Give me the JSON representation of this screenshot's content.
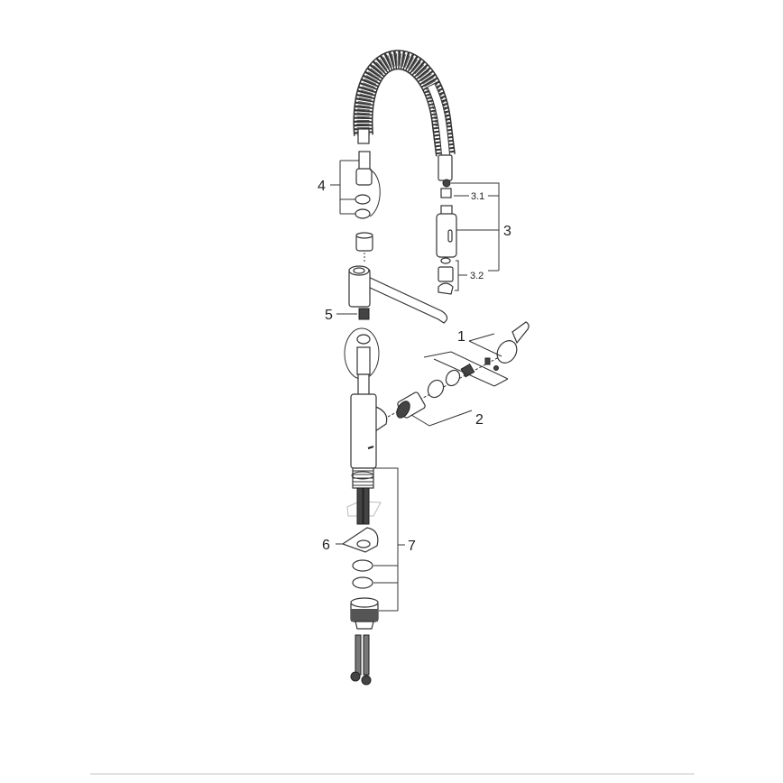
{
  "diagram": {
    "callouts": {
      "c1": "1",
      "c2": "2",
      "c3": "3",
      "c3_1": "3.1",
      "c3_2": "3.2",
      "c4": "4",
      "c5": "5",
      "c6": "6",
      "c7": "7"
    }
  }
}
